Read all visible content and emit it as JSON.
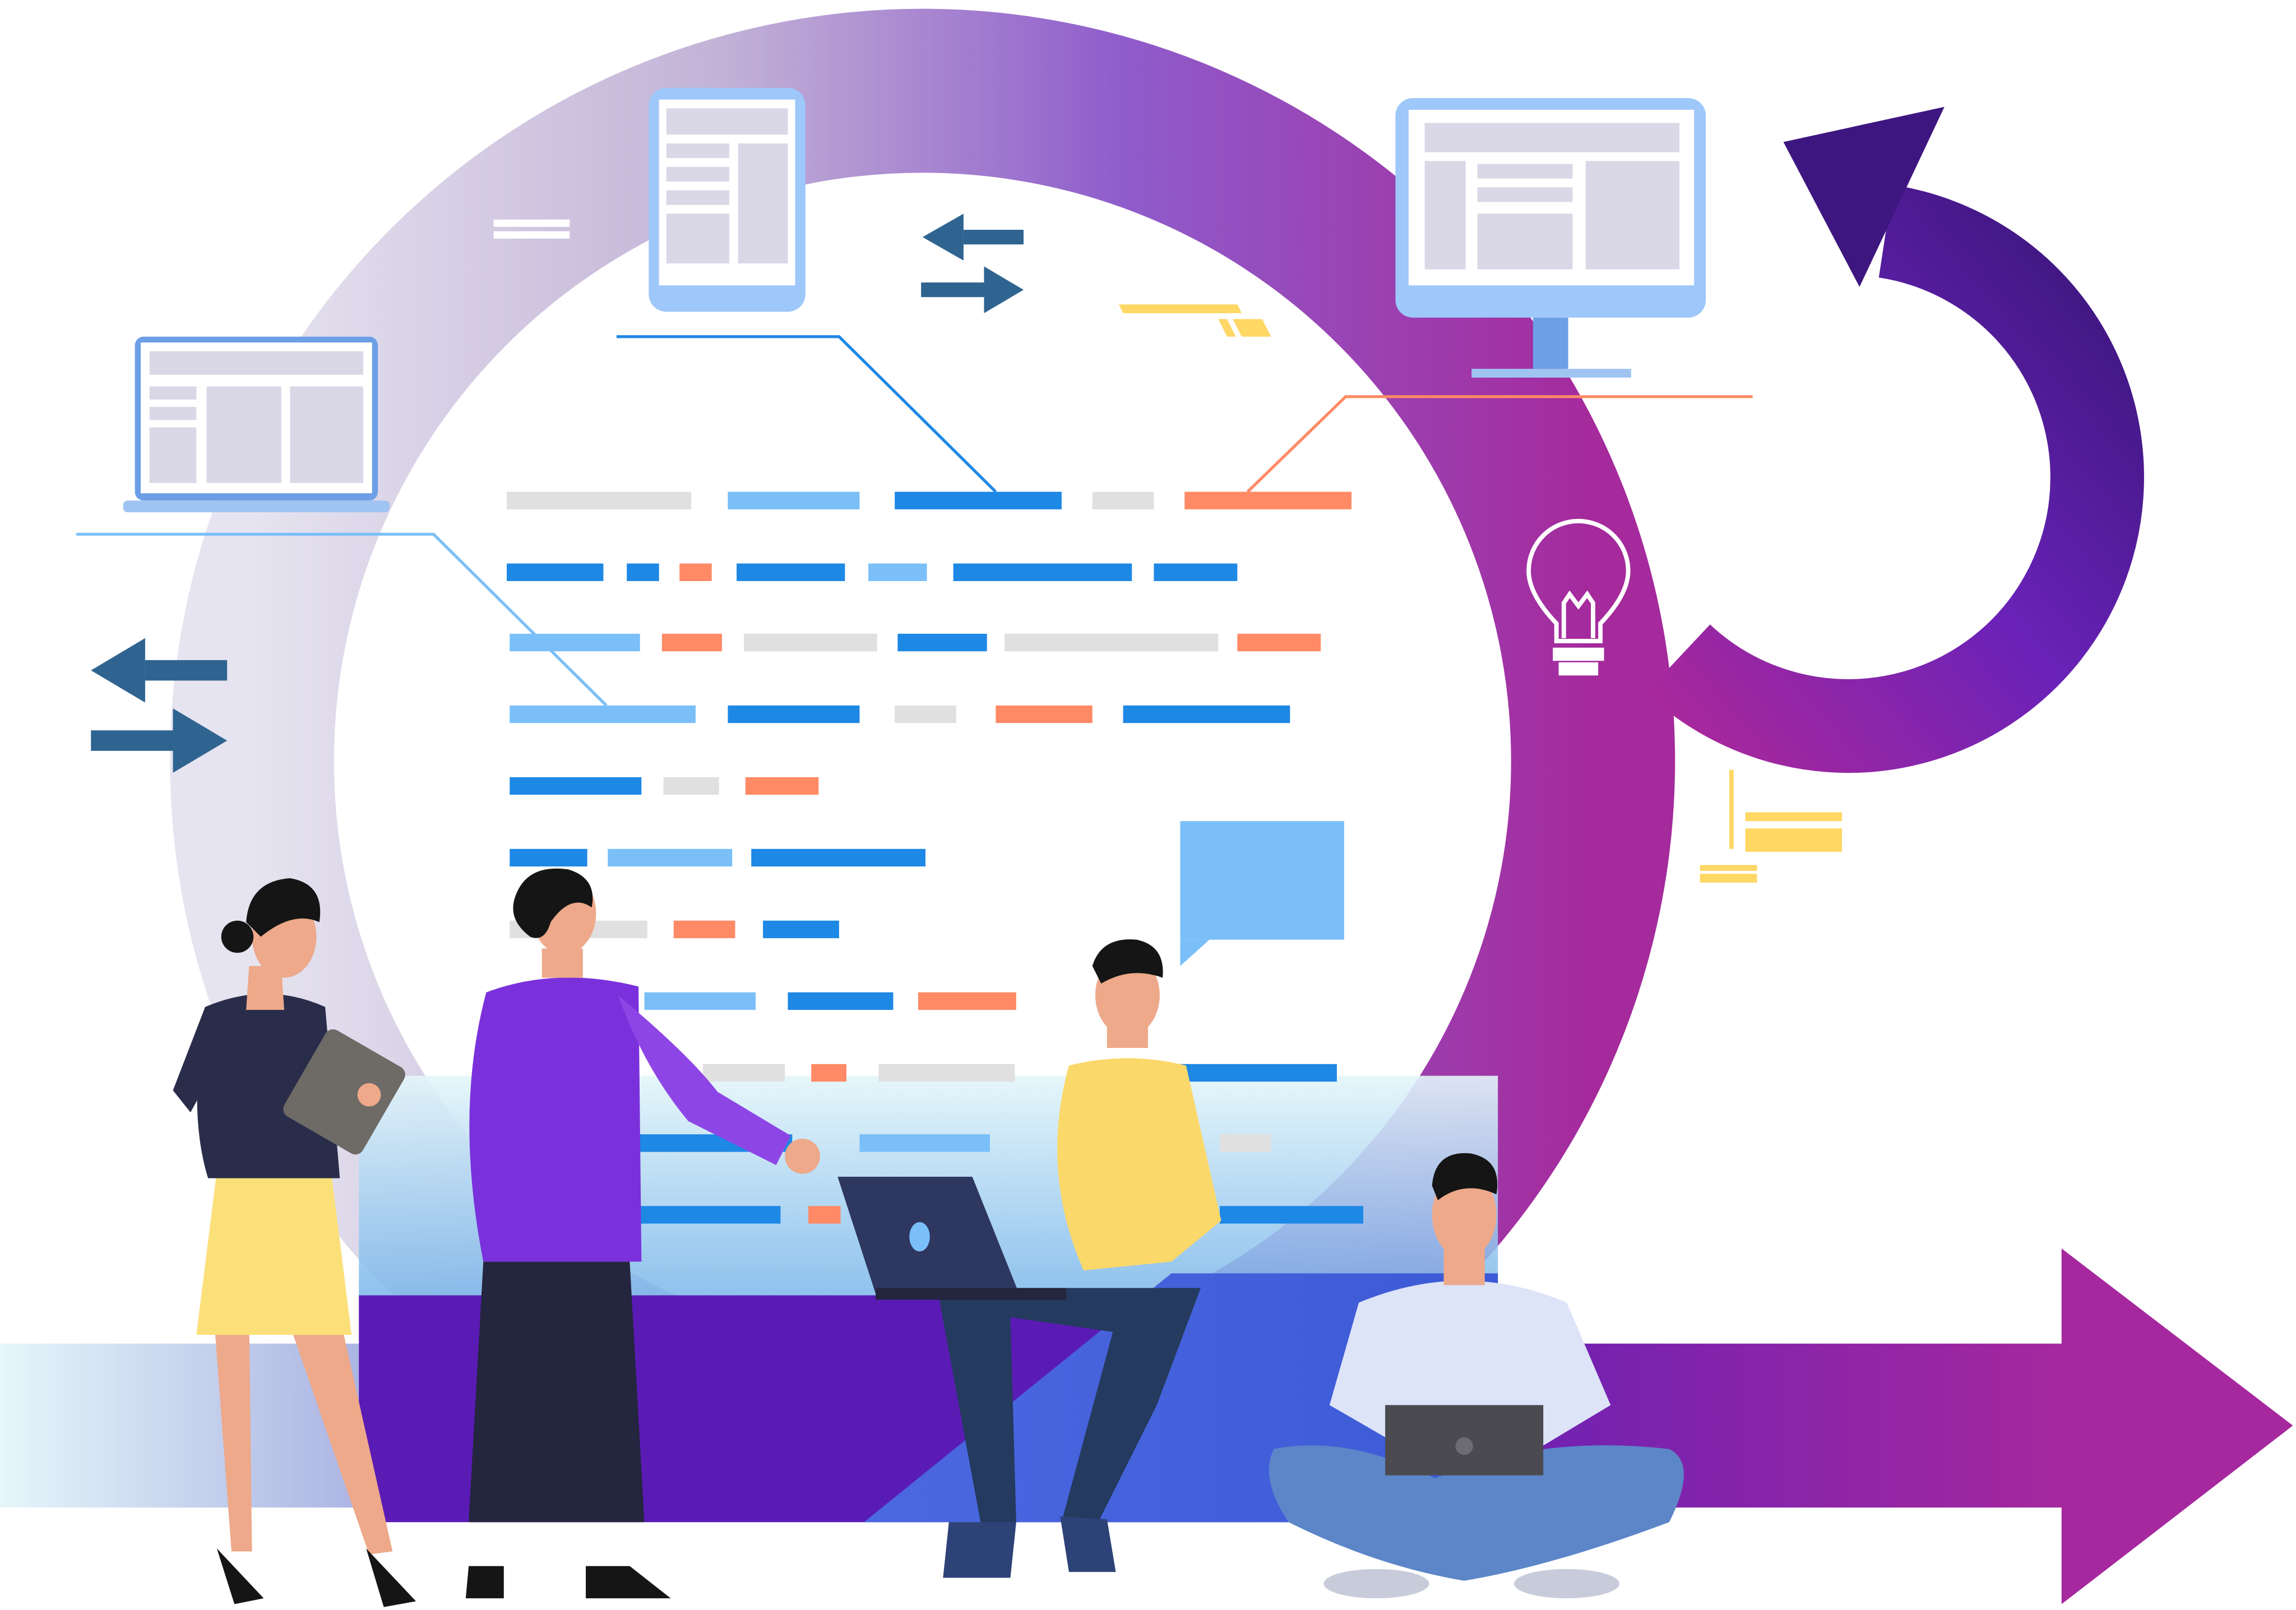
{
  "illustration": {
    "topic": "agile-iteration-teamwork",
    "colors": {
      "cycle_light": "#E4E2F0",
      "cycle_mid": "#8F5CCB",
      "cycle_dark": "#A52A9C",
      "arrow_dark": "#3E1680",
      "arrow_violet": "#5A1BB5",
      "arrow_magenta": "#A6289E",
      "code_blue": "#1E88E5",
      "code_light_blue": "#7ABFF8",
      "code_orange": "#FF8A65",
      "code_gray": "#E0E0E0",
      "screen_frame": "#9EC7FA",
      "screen_panel": "#DAD8E6",
      "accent_yellow": "#FFD764",
      "teal_arrow": "#2F6490",
      "skin": "#EDA98A",
      "hair": "#151515"
    },
    "icons": [
      "laptop-icon",
      "tablet-icon",
      "monitor-icon",
      "lightbulb-icon",
      "swap-arrows-icon",
      "chat-bubble-icon",
      "cycle-arrow-icon",
      "forward-arrow-icon"
    ],
    "people": [
      "woman-with-tablet",
      "man-pointing",
      "man-sitting-with-laptop",
      "man-cross-legged-with-laptop"
    ]
  }
}
